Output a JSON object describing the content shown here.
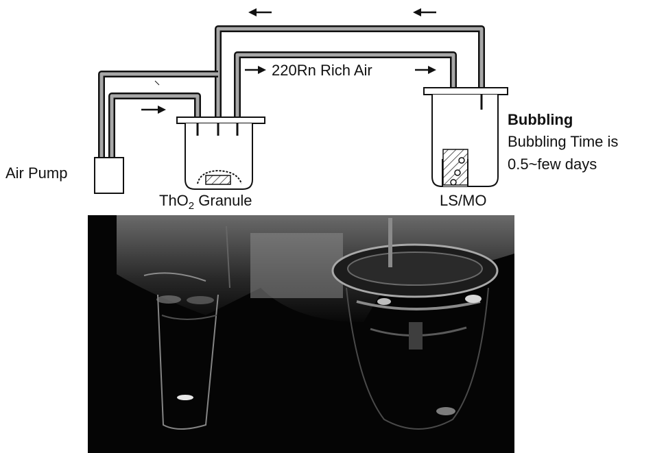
{
  "diagram": {
    "labels": {
      "air_pump": "Air Pump",
      "tho2_main": "ThO",
      "tho2_sub": "2",
      "tho2_rest": " Granule",
      "rich_air": "220Rn Rich Air",
      "ls_mo": "LS/MO",
      "bubbling_title": "Bubbling",
      "bubbling_line1": "Bubbling Time is",
      "bubbling_line2": "0.5~few days"
    },
    "flow_arrows": [
      "arrow-top-left",
      "arrow-top-right",
      "arrow-pump-in",
      "arrow-rich-left",
      "arrow-rich-right"
    ]
  },
  "photo": {
    "description_icon": "bubbling-apparatus-photo"
  },
  "colors": {
    "ink": "#111111",
    "tube_fill": "#9a9a9a",
    "photo_bg": "#050505",
    "glass_highlight": "#c8c8c8"
  }
}
